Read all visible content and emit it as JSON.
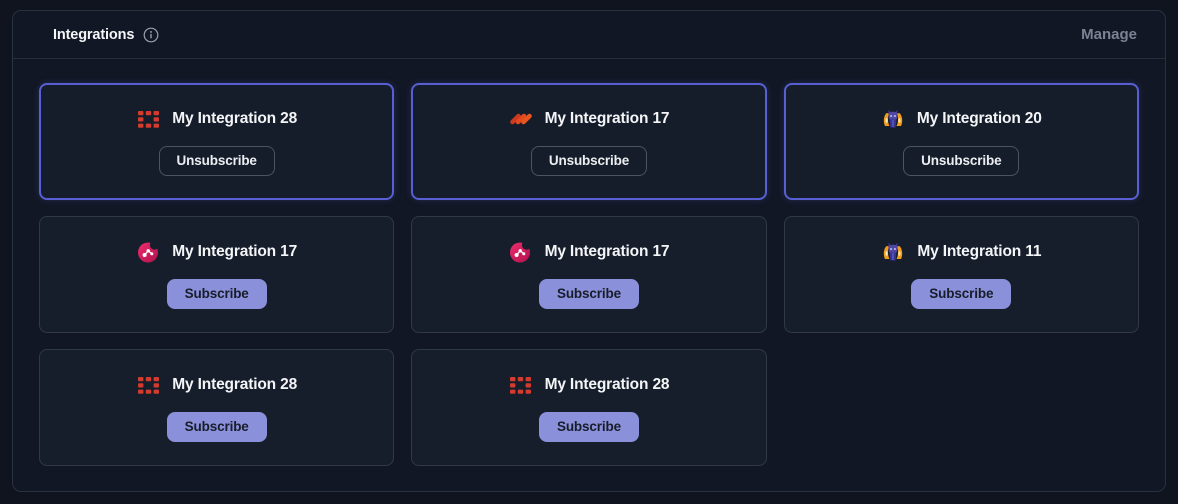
{
  "panel": {
    "title": "Integrations",
    "manage_label": "Manage"
  },
  "colors": {
    "subscribed_border_accent": "#575fd2",
    "subscribe_button_fill": "#8b90da",
    "red_ring_icon": "#d23b2d",
    "orange_stripes_icon": "#e8561f",
    "pink_share_icon": "#d91a5f",
    "purple_mascot_icon": "#4f46a5"
  },
  "cards": [
    {
      "title": "My Integration 28",
      "icon": "red-ring",
      "state": "subscribed",
      "button": "Unsubscribe"
    },
    {
      "title": "My Integration 17",
      "icon": "orange-stripes",
      "state": "subscribed",
      "button": "Unsubscribe"
    },
    {
      "title": "My Integration 20",
      "icon": "purple-mascot",
      "state": "subscribed",
      "button": "Unsubscribe"
    },
    {
      "title": "My Integration 17",
      "icon": "pink-share",
      "state": "unsubscribed",
      "button": "Subscribe"
    },
    {
      "title": "My Integration 17",
      "icon": "pink-share",
      "state": "unsubscribed",
      "button": "Subscribe"
    },
    {
      "title": "My Integration 11",
      "icon": "purple-mascot",
      "state": "unsubscribed",
      "button": "Subscribe"
    },
    {
      "title": "My Integration 28",
      "icon": "red-ring",
      "state": "unsubscribed",
      "button": "Subscribe"
    },
    {
      "title": "My Integration 28",
      "icon": "red-ring",
      "state": "unsubscribed",
      "button": "Subscribe"
    }
  ]
}
